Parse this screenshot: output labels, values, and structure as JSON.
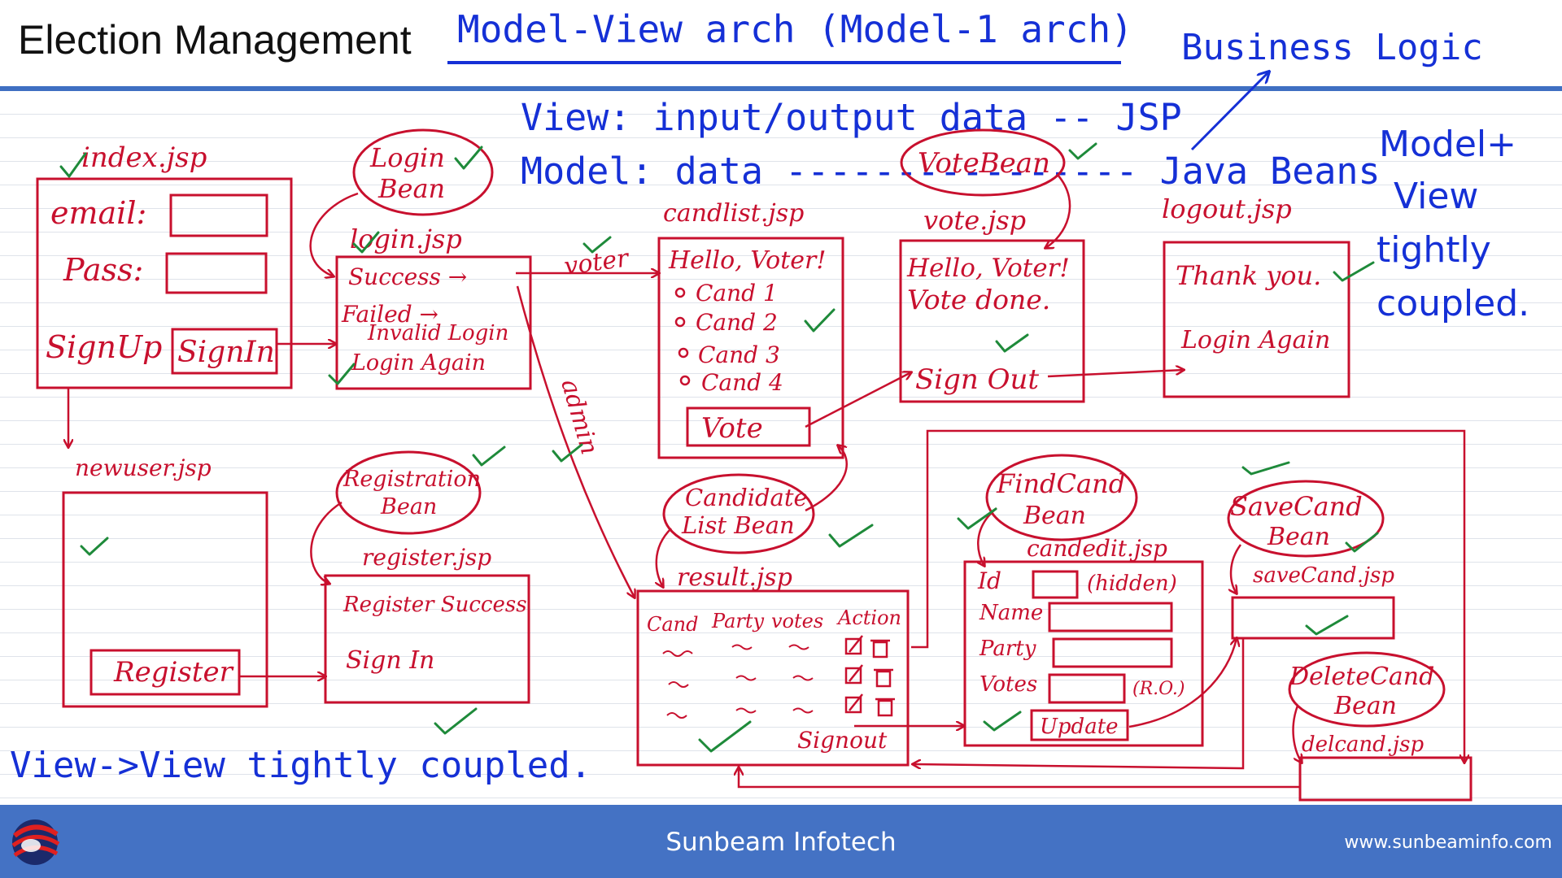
{
  "slide": {
    "title": "Election Management",
    "subtitle": "Model-View arch (Model-1 arch)",
    "business_logic": "Business Logic",
    "view_line": "View: input/output data -- JSP",
    "model_line": "Model: data ---------------- Java Beans",
    "model_view_note": [
      "Model+",
      "View",
      "tightly",
      "coupled."
    ],
    "view_view_note": "View->View tightly coupled."
  },
  "pages": {
    "index": {
      "name": "index.jsp",
      "email": "email:",
      "pass": "Pass:",
      "signup": "SignUp",
      "signin": "SignIn"
    },
    "login": {
      "name": "login.jsp",
      "success": "Success →",
      "failed": "Failed →",
      "invalid": "Invalid Login",
      "again": "Login Again"
    },
    "newuser": {
      "name": "newuser.jsp",
      "register": "Register"
    },
    "register": {
      "name": "register.jsp",
      "success": "Register Success",
      "signin": "Sign In"
    },
    "candlist": {
      "name": "candlist.jsp",
      "hello": "Hello, Voter!",
      "cands": [
        "Cand 1",
        "Cand 2",
        "Cand 3",
        "Cand 4"
      ],
      "vote": "Vote"
    },
    "vote": {
      "name": "vote.jsp",
      "hello": "Hello, Voter!",
      "done": "Vote done.",
      "signout": "Sign Out"
    },
    "logout": {
      "name": "logout.jsp",
      "thanks": "Thank you.",
      "again": "Login Again"
    },
    "result": {
      "name": "result.jsp",
      "headers": [
        "Cand",
        "Party",
        "votes",
        "Action"
      ],
      "signout": "Signout"
    },
    "candedit": {
      "name": "candedit.jsp",
      "id": "Id",
      "hidden": "(hidden)",
      "name_lbl": "Name",
      "party": "Party",
      "votes": "Votes",
      "ro": "(R.O.)",
      "update": "Update"
    },
    "savecand": {
      "name": "saveCand.jsp"
    },
    "delcand": {
      "name": "delcand.jsp"
    }
  },
  "beans": {
    "login": [
      "Login",
      "Bean"
    ],
    "vote": [
      "VoteBean"
    ],
    "registration": [
      "Registration",
      "Bean"
    ],
    "candidate_list": [
      "Candidate",
      "List Bean"
    ],
    "find_cand": [
      "FindCand",
      "Bean"
    ],
    "save_cand": [
      "SaveCand",
      "Bean"
    ],
    "delete_cand": [
      "DeleteCand",
      "Bean"
    ]
  },
  "edges": {
    "voter": "voter",
    "admin": "admin"
  },
  "footer": {
    "center": "Sunbeam Infotech",
    "url": "www.sunbeaminfo.com"
  }
}
